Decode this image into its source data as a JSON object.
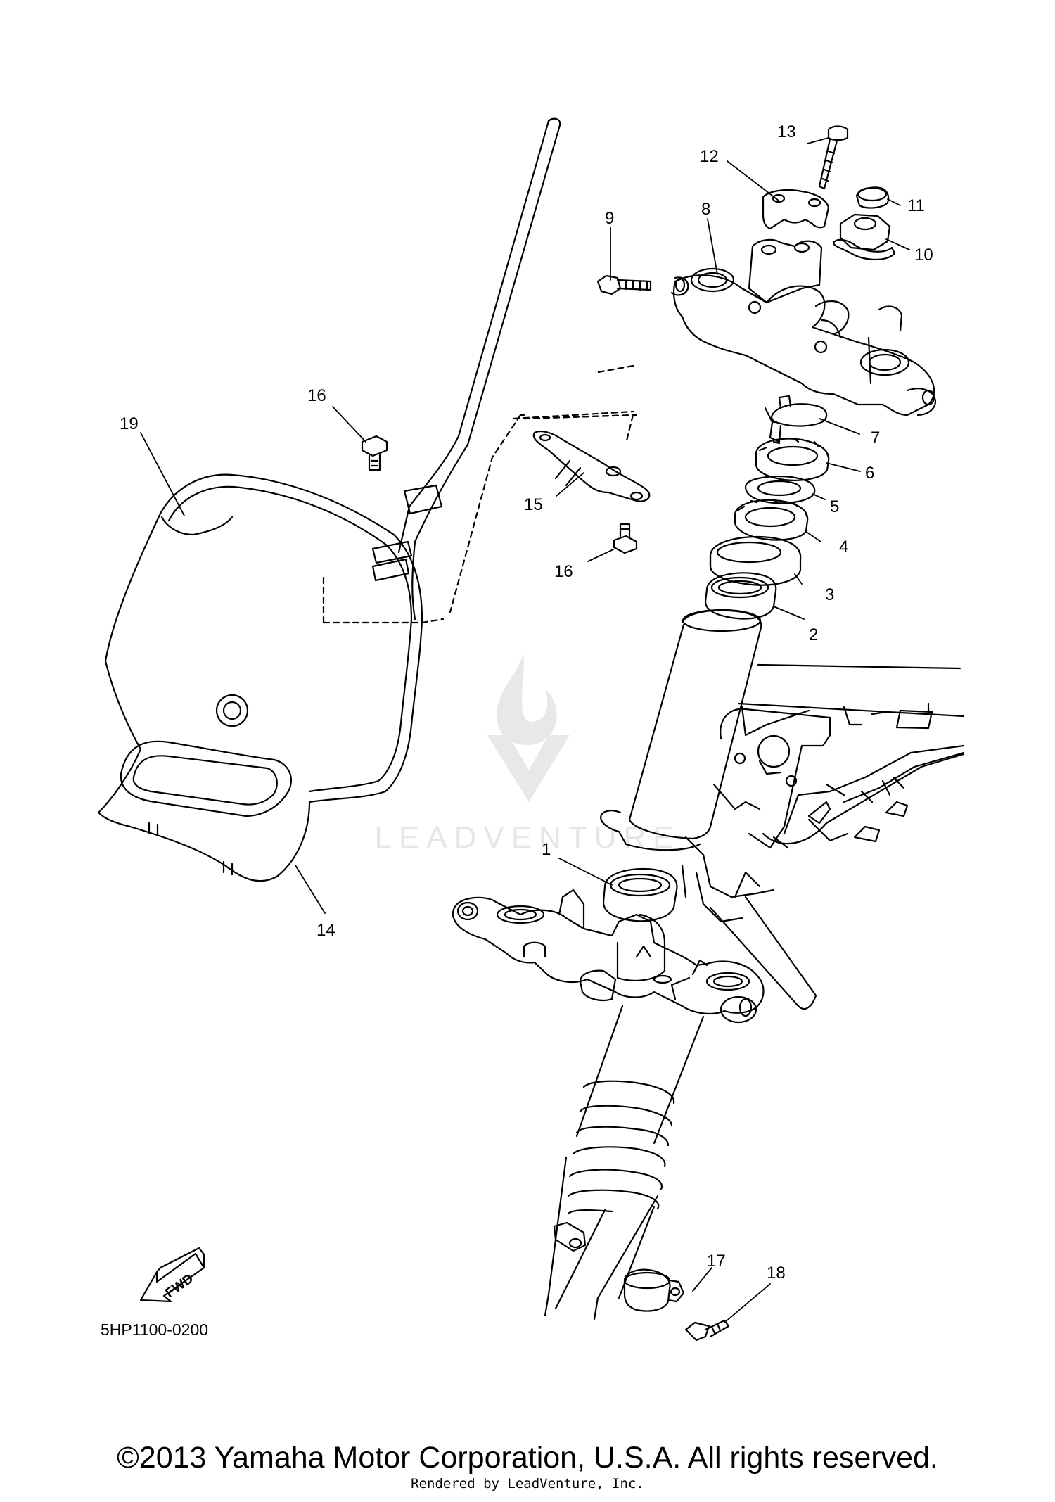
{
  "callouts": {
    "c1": "1",
    "c2": "2",
    "c3": "3",
    "c4": "4",
    "c5": "5",
    "c6": "6",
    "c7": "7",
    "c8": "8",
    "c9": "9",
    "c10": "10",
    "c11": "11",
    "c12": "12",
    "c13": "13",
    "c14": "14",
    "c15": "15",
    "c16a": "16",
    "c16b": "16",
    "c17": "17",
    "c18": "18",
    "c19": "19"
  },
  "fwd_label": "FWD",
  "diagram_code": "5HP1100-0200",
  "watermark": "LEADVENTURE",
  "footer": {
    "copyright": "©2013 Yamaha Motor Corporation, U.S.A. All rights reserved.",
    "rendered_by": "Rendered by LeadVenture, Inc."
  },
  "colors": {
    "line": "#000000",
    "watermark": "#e6e6e6",
    "background": "#ffffff"
  }
}
